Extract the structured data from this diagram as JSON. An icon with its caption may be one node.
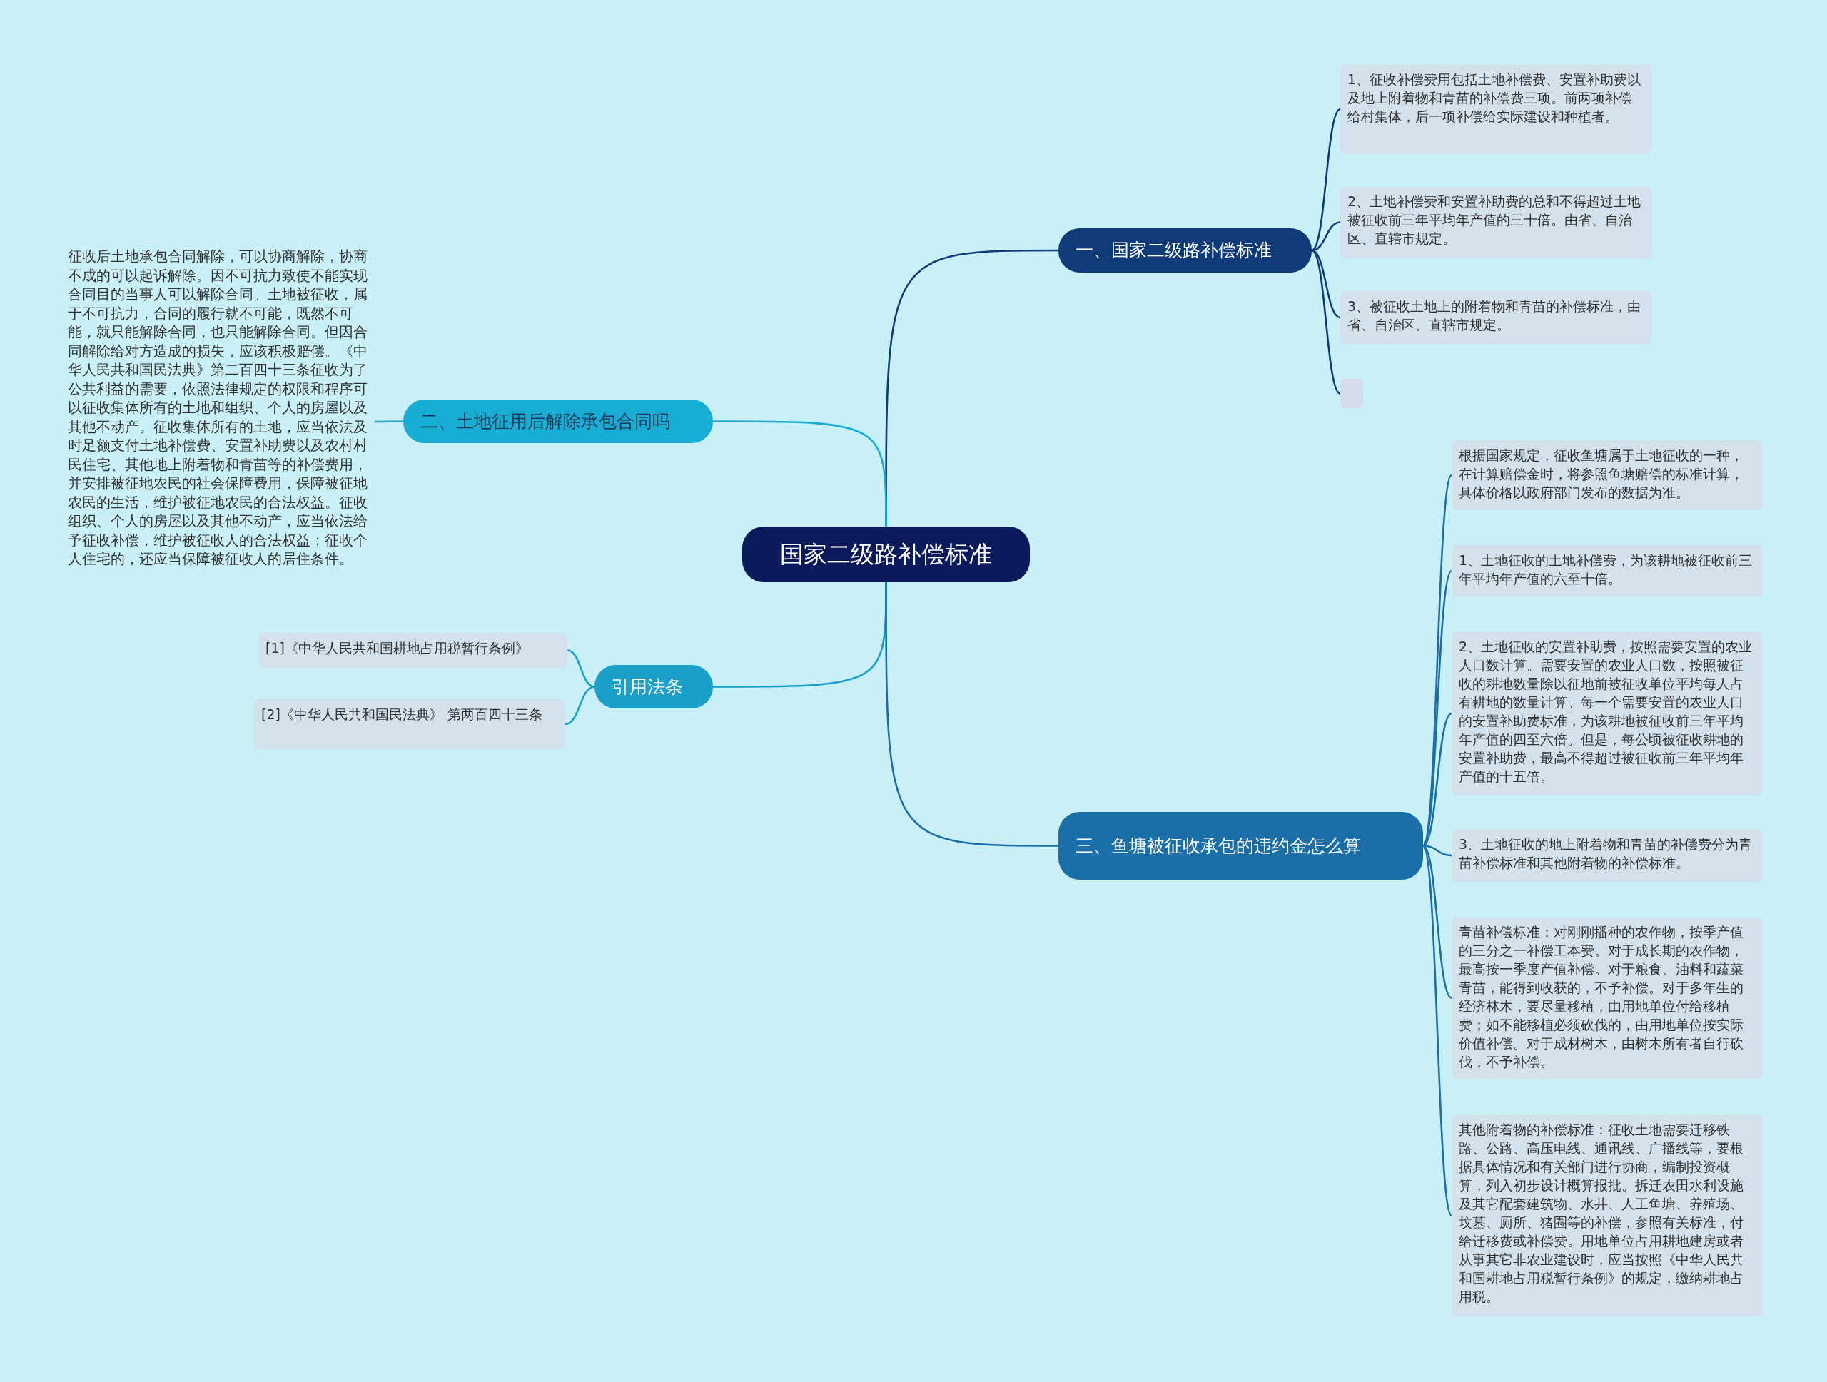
{
  "diagram": {
    "nodes": [
      {
        "text": [
          "国家二级路补偿标准"
        ]
      },
      {
        "text": [
          "一、国家二级路补偿标准"
        ]
      },
      {
        "text": [
          "1、征收补偿费用包括土地补偿费、安置补助费以及地上附着物和青苗的补偿费三项。前两项补偿给村集体，后一项补偿给实际建设和种植者。"
        ]
      },
      {
        "text": [
          "2、土地补偿费和安置补助费的总和不得超过土地被征收前三年平均年产值的三十倍。由省、自治区、直辖市规定。"
        ]
      },
      {
        "text": [
          "3、被征收土地上的附着物和青苗的补偿标准，由省、自治区、直辖市规定。"
        ]
      },
      {
        "text": [],
        "shape": "box"
      },
      {
        "text": [
          "二、土地征用后解除承包合同吗"
        ]
      },
      {
        "text": [
          "征收后土地承包合同解除，可以协商解除，协商不成的可以起诉解除。因不可抗力致使不能实现合同目的当事人可以解除合同。土地被征收，属于不可抗力，合同的履行就不可能，既然不可能，就只能解除合同，也只能解除合同。但因合同解除给对方造成的损失，应该积极赔偿。《中华人民共和国民法典》第二百四十三条征收为了公共利益的需要，依照法律规定的权限和程序可以征收集体所有的土地和组织、个人的房屋以及其他不动产。征收集体所有的土地，应当依法及时足额支付土地补偿费、安置补助费以及农村村民住宅、其他地上附着物和青苗等的补偿费用，并安排被征地农民的社会保障费用，保障被征地农民的生活，维护被征地农民的合法权益。征收组织、个人的房屋以及其他不动产，应当依法给予征收补偿，维护被征收人的合法权益；征收个人住宅的，还应当保障被征收人的居住条件。"
        ]
      },
      {
        "text": [
          "引用法条"
        ]
      },
      {
        "text": [
          "[1]《中华人民共和国耕地占用税暂行条例》"
        ]
      },
      {
        "text": [
          "[2]《中华人民共和国民法典》 第两百四十三条"
        ]
      },
      {
        "text": [
          "三、鱼塘被征收承包的违约金怎么算"
        ]
      },
      {
        "text": [
          "根据国家规定，征收鱼塘属于土地征收的一种，在计算赔偿金时，将参照鱼塘赔偿的标准计算，具体价格以政府部门发布的数据为准。"
        ]
      },
      {
        "text": [
          "1、土地征收的土地补偿费，为该耕地被征收前三年平均年产值的六至十倍。"
        ]
      },
      {
        "text": [
          "2、土地征收的安置补助费，按照需要安置的农业人口数计算。需要安置的农业人口数，按照被征收的耕地数量除以征地前被征收单位平均每人占有耕地的数量计算。每一个需要安置的农业人口的安置补助费标准，为该耕地被征收前三年平均年产值的四至六倍。但是，每公顷被征收耕地的安置补助费，最高不得超过被征收前三年平均年产值的十五倍。"
        ]
      },
      {
        "text": [
          "3、土地征收的地上附着物和青苗的补偿费分为青苗补偿标准和其他附着物的补偿标准。"
        ]
      },
      {
        "text": [
          "青苗补偿标准：对刚刚播种的农作物，按季产值的三分之一补偿工本费。对于成长期的农作物，最高按一季度产值补偿。对于粮食、油料和蔬菜青苗，能得到收获的，不予补偿。对于多年生的经济林木，要尽量移植，由用地单位付给移植费；如不能移植必须砍伐的，由用地单位按实际价值补偿。对于成材树木，由树木所有者自行砍伐，不予补偿。"
        ]
      },
      {
        "text": [
          "其他附着物的补偿标准：征收土地需要迁移铁路、公路、高压电线、通讯线、广播线等，要根据具体情况和有关部门进行协商，编制投资概算，列入初步设计概算报批。拆迁农田水利设施及其它配套建筑物、水井、人工鱼塘、养殖场、坟墓、厕所、猪圈等的补偿，参照有关标准，付给迁移费或补偿费。用地单位占用耕地建房或者从事其它非农业建设时，应当按照《中华人民共和国耕地占用税暂行条例》的规定，缴纳耕地占用税。"
        ]
      }
    ],
    "edges": [
      {
        "from": 0,
        "to": 1,
        "arrow": "none",
        "color": "#0f3c78"
      },
      {
        "from": 1,
        "to": 2,
        "arrow": "none",
        "color": "#0f3c78"
      },
      {
        "from": 1,
        "to": 3,
        "arrow": "none",
        "color": "#0f3c78"
      },
      {
        "from": 1,
        "to": 4,
        "arrow": "none",
        "color": "#0f3c78"
      },
      {
        "from": 1,
        "to": 5,
        "arrow": "none",
        "color": "#0f3c78"
      },
      {
        "from": 0,
        "to": 6,
        "arrow": "none",
        "color": "#18add4"
      },
      {
        "from": 6,
        "to": 7,
        "arrow": "none",
        "color": "#18add4"
      },
      {
        "from": 0,
        "to": 8,
        "arrow": "none",
        "color": "#1a9fc9"
      },
      {
        "from": 8,
        "to": 9,
        "arrow": "none",
        "color": "#1a9fc9"
      },
      {
        "from": 8,
        "to": 10,
        "arrow": "none",
        "color": "#1a9fc9"
      },
      {
        "from": 0,
        "to": 11,
        "arrow": "none",
        "color": "#1a6fa8"
      },
      {
        "from": 11,
        "to": 12,
        "arrow": "none",
        "color": "#1a6fa8"
      },
      {
        "from": 11,
        "to": 13,
        "arrow": "none",
        "color": "#1a6fa8"
      },
      {
        "from": 11,
        "to": 14,
        "arrow": "none",
        "color": "#1a6fa8"
      },
      {
        "from": 11,
        "to": 15,
        "arrow": "none",
        "color": "#1a6fa8"
      },
      {
        "from": 11,
        "to": 16,
        "arrow": "none",
        "color": "#1a6fa8"
      },
      {
        "from": 11,
        "to": 17,
        "arrow": "none",
        "color": "#1a6fa8"
      }
    ]
  }
}
